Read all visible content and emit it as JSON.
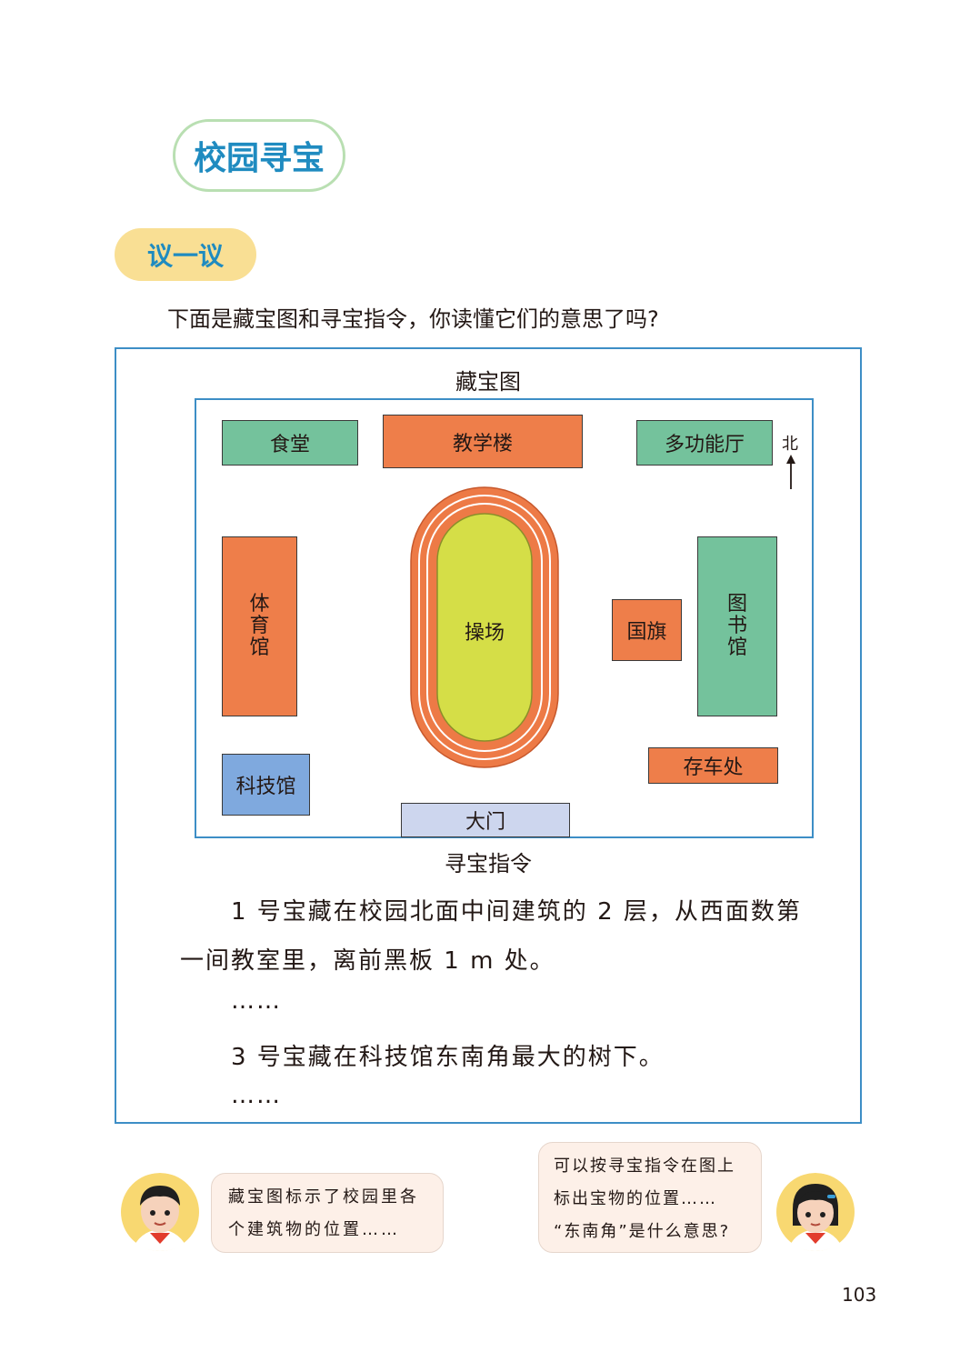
{
  "lesson": {
    "title": "校园寻宝",
    "discuss_tag": "议一议",
    "intro": "下面是藏宝图和寻宝指令，你读懂它们的意思了吗?"
  },
  "map": {
    "title": "藏宝图",
    "north": "北",
    "buildings": {
      "canteen": "食堂",
      "teaching": "教学楼",
      "multi_hall": "多功能厅",
      "gym": [
        "体",
        "育",
        "馆"
      ],
      "field": "操场",
      "flag": "国旗",
      "library": [
        "图",
        "书",
        "馆"
      ],
      "tech": "科技馆",
      "parking": "存车处",
      "gate": "大门"
    }
  },
  "instructions": {
    "title": "寻宝指令",
    "line1a": "1 号宝藏在校园北面中间建筑的 2 层，从西面数第",
    "line1b": "一间教室里，离前黑板 1 m 处。",
    "ellipsis1": "……",
    "line3": "3 号宝藏在科技馆东南角最大的树下。",
    "ellipsis2": "……"
  },
  "dialogue": {
    "boy_line1": "藏宝图标示了校园里各",
    "boy_line2": "个建筑物的位置……",
    "girl_line1": "可以按寻宝指令在图上",
    "girl_line2": "标出宝物的位置……",
    "girl_line3": "“东南角”是什么意思?"
  },
  "page_number": "103"
}
